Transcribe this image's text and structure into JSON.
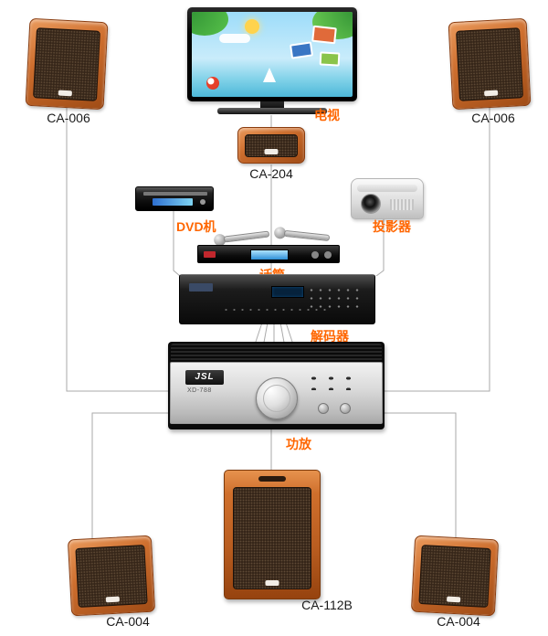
{
  "meta": {
    "type": "av-system-connection-diagram"
  },
  "labels": {
    "tv": "电视",
    "dvd": "DVD机",
    "projector": "投影器",
    "microphone": "话筒",
    "decoder": "解码器",
    "amplifier": "功放"
  },
  "models": {
    "top_left_speaker": "CA-006",
    "top_right_speaker": "CA-006",
    "center_speaker": "CA-204",
    "subwoofer": "CA-112B",
    "bottom_left_speaker": "CA-004",
    "bottom_right_speaker": "CA-004"
  },
  "amplifier_panel": {
    "brand": "JSL",
    "model": "XD-788"
  },
  "colors": {
    "label_text": "#ff6600",
    "model_text": "#1a1a1a",
    "speaker_cabinet": "#c8692d",
    "connection_line": "#aaaaaa",
    "background": "#ffffff"
  },
  "connections": [
    {
      "from": "top-left-speaker",
      "to": "amplifier"
    },
    {
      "from": "top-right-speaker",
      "to": "amplifier"
    },
    {
      "from": "tv",
      "to": "center-speaker"
    },
    {
      "from": "center-speaker",
      "to": "decoder"
    },
    {
      "from": "dvd-player",
      "to": "decoder"
    },
    {
      "from": "projector",
      "to": "decoder"
    },
    {
      "from": "decoder",
      "to": "amplifier"
    },
    {
      "from": "amplifier",
      "to": "subwoofer"
    },
    {
      "from": "amplifier",
      "to": "bottom-left-speaker"
    },
    {
      "from": "amplifier",
      "to": "bottom-right-speaker"
    }
  ]
}
